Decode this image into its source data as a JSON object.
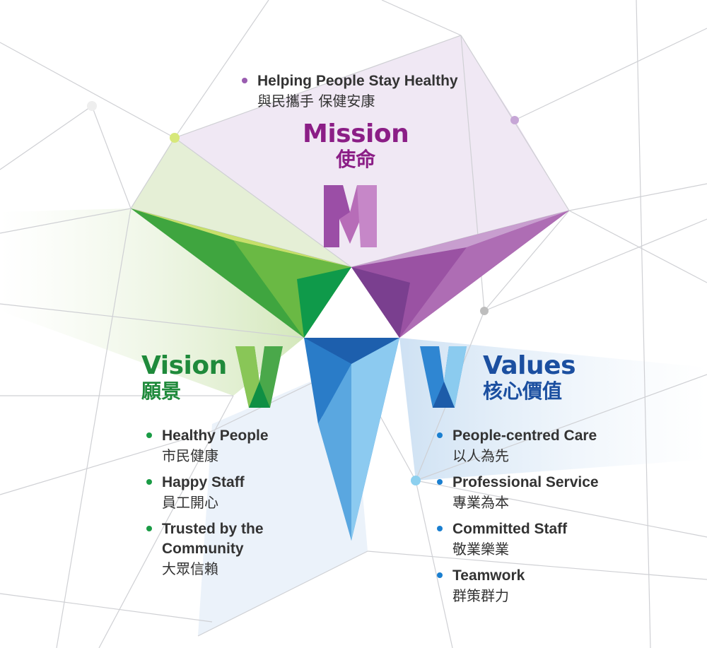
{
  "mission": {
    "title": "Mission",
    "title_zh": "使命",
    "color": "#8b1e86",
    "bullet_color": "#9a5db0",
    "items": [
      {
        "en": "Helping People Stay Healthy",
        "zh": "與民攜手 保健安康"
      }
    ]
  },
  "vision": {
    "title": "Vision",
    "title_zh": "願景",
    "color": "#1f8a3b",
    "bullet_color": "#1a9b45",
    "items": [
      {
        "en": "Healthy People",
        "zh": "市民健康"
      },
      {
        "en": "Happy Staff",
        "zh": "員工開心"
      },
      {
        "en": "Trusted by the Community",
        "zh": "大眾信賴"
      }
    ]
  },
  "values": {
    "title": "Values",
    "title_zh": "核心價值",
    "color": "#1b4fa0",
    "bullet_color": "#1a7fd0",
    "items": [
      {
        "en": "People-centred Care",
        "zh": "以人為先"
      },
      {
        "en": "Professional Service",
        "zh": "專業為本"
      },
      {
        "en": "Committed Staff",
        "zh": "敬業樂業"
      },
      {
        "en": "Teamwork",
        "zh": "群策群力"
      }
    ]
  }
}
